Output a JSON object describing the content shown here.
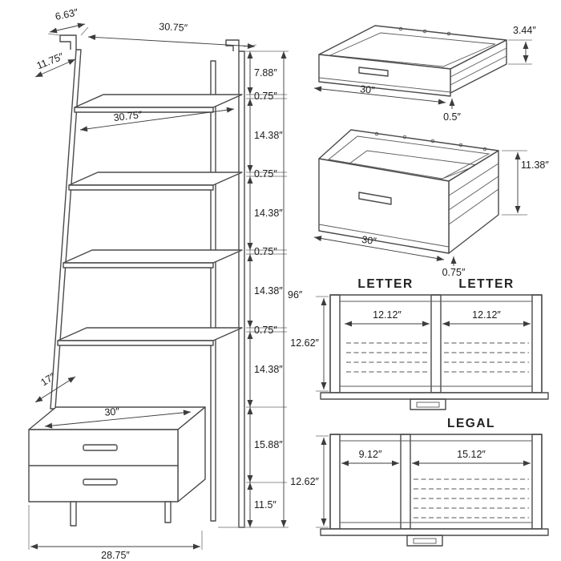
{
  "canvas": {
    "background": "#ffffff",
    "line_color": "#4a4a4a",
    "text_color": "#1c1c1c"
  },
  "shelf_unit": {
    "dim_bracket_depth": "6.63″",
    "dim_top_width": "30.75″",
    "dim_side_depth": "11.75″",
    "dim_shelf_width": "30.75″",
    "dim_top_gap": "7.88″",
    "dim_shelf_thickness": "0.75″",
    "dim_shelf_spacing": "14.38″",
    "dim_overall_height": "96″",
    "dim_cabinet_depth": "17″",
    "dim_cabinet_width": "30″",
    "dim_cabinet_height": "15.88″",
    "dim_leg_height": "11.5″",
    "dim_base_width": "28.75″"
  },
  "shallow_drawer": {
    "dim_height": "3.44″",
    "dim_width": "30″",
    "dim_bottom": "0.5″"
  },
  "deep_drawer": {
    "dim_height": "11.38″",
    "dim_width": "30″",
    "dim_bottom": "0.75″"
  },
  "letter_layout": {
    "heading_left": "LETTER",
    "heading_right": "LETTER",
    "dim_depth": "12.62″",
    "dim_left_width": "12.12″",
    "dim_right_width": "12.12″"
  },
  "legal_layout": {
    "heading": "LEGAL",
    "dim_depth": "12.62″",
    "dim_left_width": "9.12″",
    "dim_right_width": "15.12″"
  }
}
